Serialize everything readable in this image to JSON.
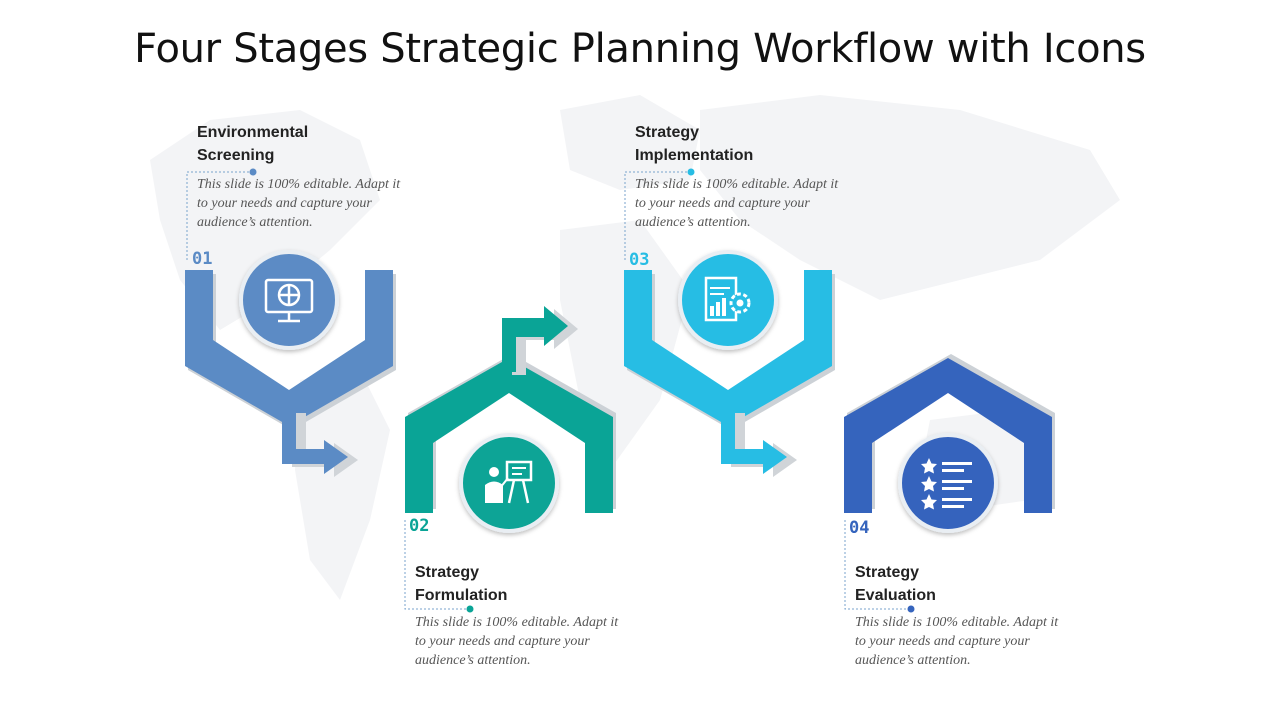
{
  "title": "Four Stages Strategic Planning Workflow with Icons",
  "stages": [
    {
      "number": "01",
      "title_line1": "Environmental",
      "title_line2": "Screening",
      "desc_line1": "This slide is 100% editable. Adapt it",
      "desc_line2": "to your needs and capture your",
      "desc_line3": "audience’s attention.",
      "color": "#5B8BC5",
      "icon": "monitor-globe-icon"
    },
    {
      "number": "02",
      "title_line1": "Strategy",
      "title_line2": "Formulation",
      "desc_line1": "This slide is 100% editable. Adapt it",
      "desc_line2": "to your needs and capture your",
      "desc_line3": "audience’s attention.",
      "color": "#0AA496",
      "icon": "presenter-board-icon"
    },
    {
      "number": "03",
      "title_line1": "Strategy",
      "title_line2": "Implementation",
      "desc_line1": "This slide is 100% editable. Adapt it",
      "desc_line2": "to your needs and capture your",
      "desc_line3": "audience’s attention.",
      "color": "#27BDE4",
      "icon": "report-gear-icon"
    },
    {
      "number": "04",
      "title_line1": "Strategy",
      "title_line2": "Evaluation",
      "desc_line1": "This slide is 100% editable. Adapt it",
      "desc_line2": "to your needs and capture your",
      "desc_line3": "audience’s attention.",
      "color": "#3564BD",
      "icon": "star-checklist-icon"
    }
  ]
}
